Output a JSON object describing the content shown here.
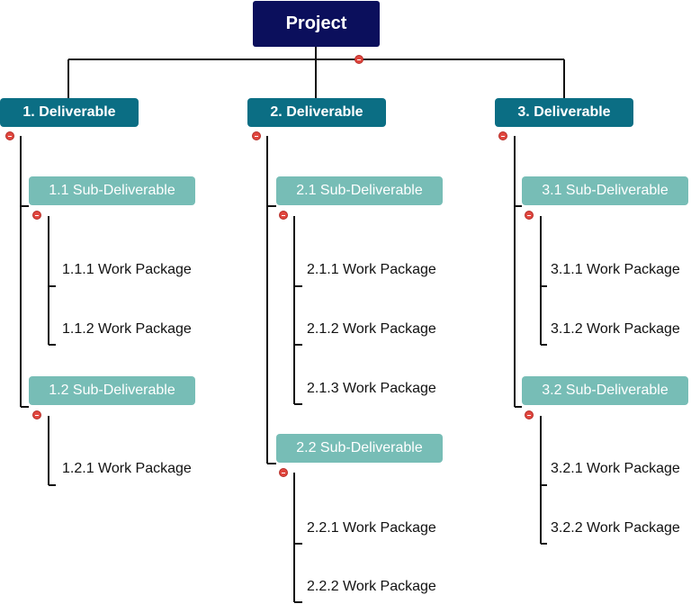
{
  "colors": {
    "root": "#0b0f5c",
    "deliverable": "#0b6e84",
    "sub_deliverable": "#77bdb6",
    "connector": "#111111",
    "collapse_toggle": "#e0463e"
  },
  "root": {
    "label": "Project"
  },
  "deliverables": [
    {
      "label": "1. Deliverable",
      "subs": [
        {
          "label": "1.1 Sub-Deliverable",
          "packages": [
            "1.1.1 Work Package",
            "1.1.2 Work Package"
          ]
        },
        {
          "label": "1.2 Sub-Deliverable",
          "packages": [
            "1.2.1 Work Package"
          ]
        }
      ]
    },
    {
      "label": "2. Deliverable",
      "subs": [
        {
          "label": "2.1 Sub-Deliverable",
          "packages": [
            "2.1.1 Work Package",
            "2.1.2 Work Package",
            "2.1.3 Work Package"
          ]
        },
        {
          "label": "2.2 Sub-Deliverable",
          "packages": [
            "2.2.1 Work Package",
            "2.2.2 Work Package"
          ]
        }
      ]
    },
    {
      "label": "3. Deliverable",
      "subs": [
        {
          "label": "3.1 Sub-Deliverable",
          "packages": [
            "3.1.1 Work Package",
            "3.1.2 Work Package"
          ]
        },
        {
          "label": "3.2 Sub-Deliverable",
          "packages": [
            "3.2.1 Work Package",
            "3.2.2 Work Package"
          ]
        }
      ]
    }
  ]
}
